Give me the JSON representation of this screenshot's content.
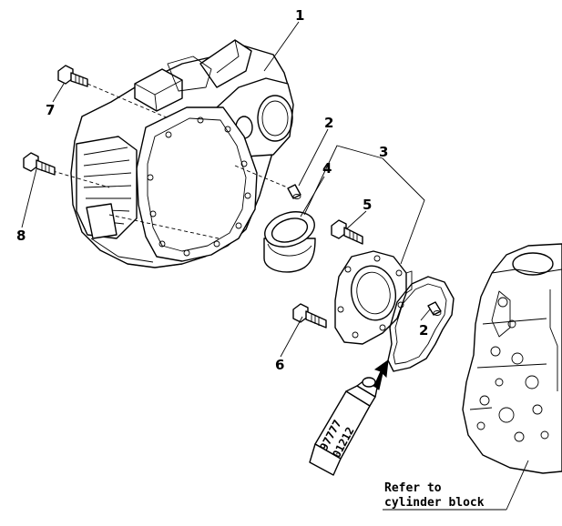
{
  "callouts": {
    "c1": "1",
    "c2a": "2",
    "c2b": "2",
    "c3": "3",
    "c4": "4",
    "c5": "5",
    "c6": "6",
    "c7": "7",
    "c8": "8"
  },
  "sealant_tube": {
    "line1": "97777",
    "line2": "01212"
  },
  "reference_note": {
    "line1": "Refer to",
    "line2": "cylinder block"
  }
}
